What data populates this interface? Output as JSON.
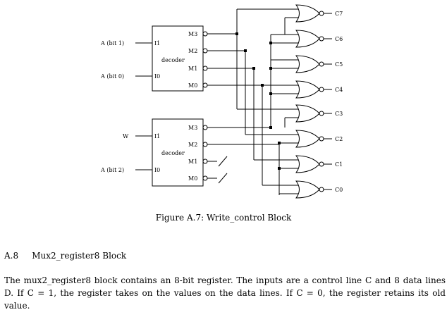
{
  "diagram": {
    "decoder1": {
      "label": "decoder",
      "inputs": [
        "I1",
        "I0"
      ],
      "outputs": [
        "M3",
        "M2",
        "M1",
        "M0"
      ],
      "input_signals": [
        "A (bit 1)",
        "A (bit 0)"
      ]
    },
    "decoder2": {
      "label": "decoder",
      "inputs": [
        "I1",
        "I0"
      ],
      "outputs": [
        "M3",
        "M2",
        "M1",
        "M0"
      ],
      "input_signals": [
        "W",
        "A (bit 2)"
      ]
    },
    "gate_outputs": [
      "C7",
      "C6",
      "C5",
      "C4",
      "C3",
      "C2",
      "C1",
      "C0"
    ]
  },
  "caption": "Figure A.7:  Write_control Block",
  "section": {
    "number": "A.8",
    "title": "Mux2_register8 Block"
  },
  "paragraph": "The mux2_register8 block contains an 8-bit register.  The inputs are a control line C and 8 data lines D.  If C = 1, the register takes on the values on the data lines.  If C = 0, the register retains its old value."
}
